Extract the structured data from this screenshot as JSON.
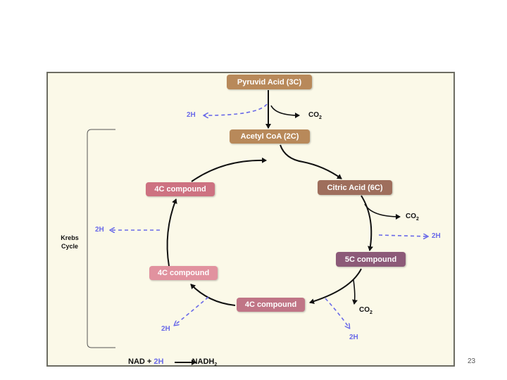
{
  "diagram": {
    "nodes": {
      "pyruvic": "Pyruvid Acid (3C)",
      "acetyl": "Acetyl CoA (2C)",
      "citric": "Citric Acid (6C)",
      "five_c": "5C compound",
      "four_c_bottom": "4C compound",
      "four_c_left_lower": "4C compound",
      "four_c_left_upper": "4C compound"
    },
    "labels": {
      "two_h": "2H",
      "co2_main": "CO",
      "co2_sub": "2",
      "krebs_line1": "Krebs",
      "krebs_line2": "Cycle"
    },
    "equation": {
      "nad": "NAD +",
      "two_h": "2H",
      "nadh_main": "NADH",
      "nadh_sub": "2"
    },
    "colors": {
      "pyruvic": "#b8895a",
      "acetyl": "#b8895a",
      "citric": "#9e6e5c",
      "five_c": "#8c5a78",
      "four_c_bottom": "#c07586",
      "four_c_left_lower": "#e1929f",
      "four_c_left_upper": "#cd7281",
      "hydrogen_arrow": "#6a6ae8",
      "arrow": "#111111"
    }
  },
  "page_number": "23"
}
